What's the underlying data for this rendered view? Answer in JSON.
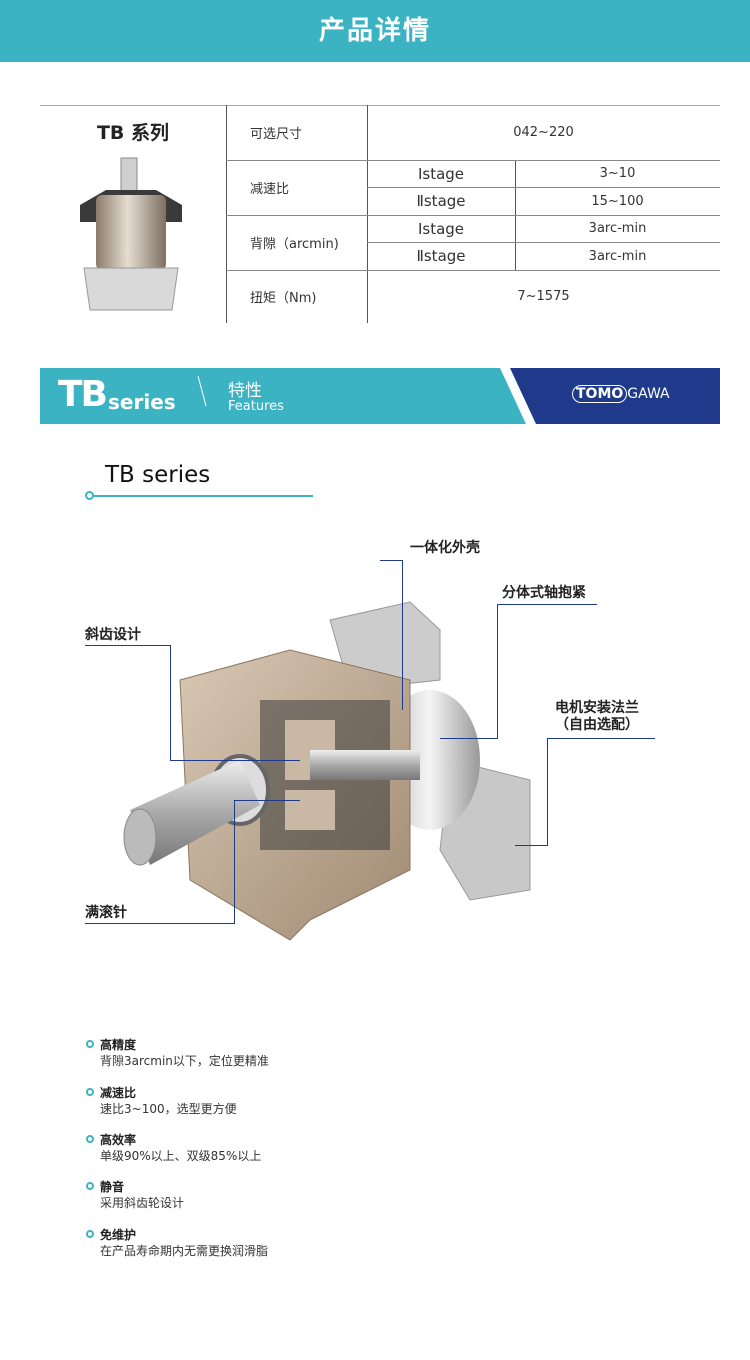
{
  "header": {
    "title": "产品详情"
  },
  "spec": {
    "series_title": "TB 系列",
    "rows": [
      {
        "label": "可选尺寸",
        "value": "042~220"
      },
      {
        "label": "减速比",
        "sub": [
          {
            "stage": "Ⅰstage",
            "value": "3~10"
          },
          {
            "stage": "Ⅱstage",
            "value": "15~100"
          }
        ]
      },
      {
        "label": "背隙（arcmin)",
        "sub": [
          {
            "stage": "Ⅰstage",
            "value": "3arc-min"
          },
          {
            "stage": "Ⅱstage",
            "value": "3arc-min"
          }
        ]
      },
      {
        "label": "扭矩（Nm)",
        "value": "7~1575"
      }
    ]
  },
  "banner": {
    "tb": "TB",
    "series": "series",
    "cn": "特性",
    "en": "Features",
    "brand_a": "TOMO",
    "brand_b": "GAWA"
  },
  "section_title": "TB series",
  "callouts": {
    "shell": "一体化外壳",
    "clamp": "分体式轴抱紧",
    "helical": "斜齿设计",
    "flange_a": "电机安装法兰",
    "flange_b": "（自由选配）",
    "needle": "满滚针"
  },
  "features": [
    {
      "title": "高精度",
      "desc": "背隙3arcmin以下，定位更精准"
    },
    {
      "title": "减速比",
      "desc": "速比3~100，选型更方便"
    },
    {
      "title": "高效率",
      "desc": "单级90%以上、双级85%以上"
    },
    {
      "title": "静音",
      "desc": "采用斜齿轮设计"
    },
    {
      "title": "免维护",
      "desc": "在产品寿命期内无需更换润滑脂"
    }
  ],
  "colors": {
    "teal": "#3bb3c3",
    "navy": "#1f3a8a"
  }
}
